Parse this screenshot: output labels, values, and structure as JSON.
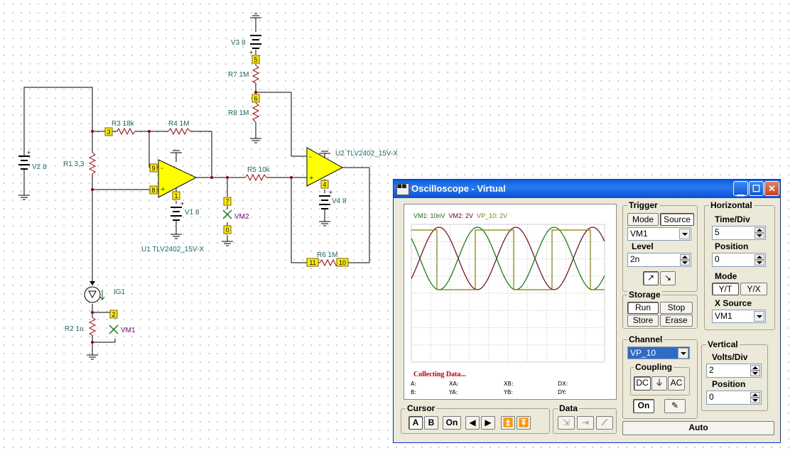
{
  "schematic": {
    "components": {
      "v3": "V3 8",
      "r7": "R7 1M",
      "r8": "R8 1M",
      "r3": "R3 18k",
      "r4": "R4 1M",
      "r1": "R1 3,3",
      "v2": "V2 8",
      "v1": "V1 8",
      "u1": "U1 TLV2402_15V-X",
      "r5": "R5 10k",
      "u2": "U2 TLV2402_15V-X",
      "v4": "V4 8",
      "r6": "R6 1M",
      "ig1": "IG1",
      "r2": "R2 1u",
      "vm1": "VM1",
      "vm2": "VM2"
    },
    "nodes": [
      "0",
      "1",
      "2",
      "3",
      "4",
      "5",
      "6",
      "7",
      "8",
      "9",
      "10",
      "11"
    ]
  },
  "oscilloscope": {
    "title": "Oscilloscope - Virtual",
    "screen": {
      "legend": [
        "VM1: 10nV",
        "VM2: 2V",
        "VP_10: 2V"
      ],
      "status": "Collecting Data...",
      "readouts": [
        "A:",
        "XA:",
        "XB:",
        "DX:",
        "B:",
        "YA:",
        "YB:",
        "DY:"
      ]
    },
    "trigger": {
      "title": "Trigger",
      "mode_label": "Mode",
      "source_label": "Source",
      "source_value": "VM1",
      "level_label": "Level",
      "level_value": "2n"
    },
    "horizontal": {
      "title": "Horizontal",
      "time_div_label": "Time/Div",
      "time_div_value": "5",
      "position_label": "Position",
      "position_value": "0",
      "mode_label": "Mode",
      "mode_yt": "Y/T",
      "mode_yx": "Y/X",
      "xsource_label": "X Source",
      "xsource_value": "VM1"
    },
    "storage": {
      "title": "Storage",
      "run": "Run",
      "stop": "Stop",
      "store": "Store",
      "erase": "Erase"
    },
    "channel": {
      "title": "Channel",
      "value": "VP_10",
      "coupling_label": "Coupling",
      "dc": "DC",
      "gnd": "⏚",
      "ac": "AC",
      "on": "On"
    },
    "vertical": {
      "title": "Vertical",
      "volts_div_label": "Volts/Div",
      "volts_div_value": "2",
      "position_label": "Position",
      "position_value": "0"
    },
    "cursor": {
      "title": "Cursor",
      "a": "A",
      "b": "B",
      "on": "On"
    },
    "data": {
      "title": "Data"
    },
    "auto": "Auto"
  },
  "colors": {
    "vm1": "#800020",
    "vm2": "#008000",
    "vp10": "#808000",
    "accent": "#0a5bdc"
  },
  "chart_data": {
    "type": "line",
    "xlabel": "",
    "ylabel": "",
    "series": [
      {
        "name": "VM1: 10nV",
        "shape": "sine"
      },
      {
        "name": "VM2: 2V",
        "shape": "sine"
      },
      {
        "name": "VP_10: 2V",
        "shape": "square"
      }
    ]
  }
}
